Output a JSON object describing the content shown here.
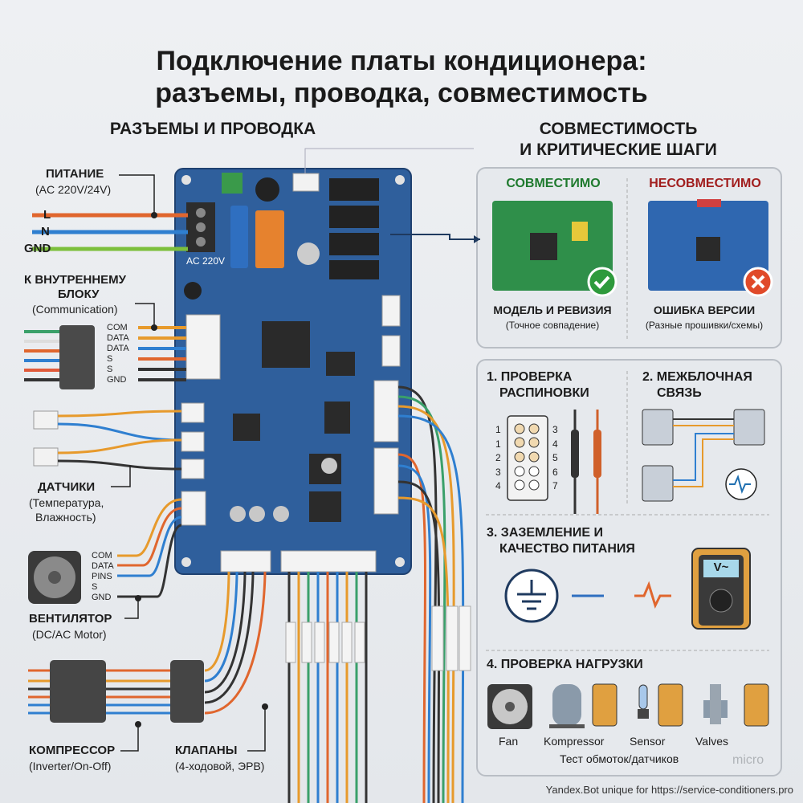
{
  "title": {
    "line1": "Подключение платы кондиционера:",
    "line2": "разъемы, проводка, совместимость"
  },
  "left": {
    "heading": "РАЗЪЕМЫ И ПРОВОДКА",
    "power": {
      "label": "ПИТАНИЕ",
      "sub": "(AC 220V/24V)",
      "pins": [
        "L",
        "N",
        "GND"
      ],
      "board_marking": "AC 220V"
    },
    "indoor": {
      "label_line1": "К ВНУТРЕННЕМУ",
      "label_line2": "БЛОКУ",
      "sub": "(Communication)",
      "pins": [
        "COM",
        "DATA",
        "DATA",
        "S",
        "S",
        "GND"
      ]
    },
    "sensors": {
      "label": "ДАТЧИКИ",
      "sub_line1": "(Температура,",
      "sub_line2": "Влажность)"
    },
    "fan": {
      "label": "ВЕНТИЛЯТОР",
      "sub": "(DC/AC Motor)",
      "pins": [
        "COM",
        "DATA",
        "PINS",
        "S",
        "GND"
      ]
    },
    "compressor": {
      "label": "КОМПРЕССОР",
      "sub": "(Inverter/On-Off)"
    },
    "valves": {
      "label": "КЛАПАНЫ",
      "sub": "(4-ходовой, ЭРВ)"
    }
  },
  "right": {
    "heading_line1": "СОВМЕСТИМОСТЬ",
    "heading_line2": "И КРИТИЧЕСКИЕ ШАГИ",
    "compatible": {
      "label": "СОВМЕСТИМО",
      "caption": "МОДЕЛЬ И РЕВИЗИЯ",
      "sub": "(Точное совпадение)",
      "color": "#1f7a2e",
      "icon": "check-icon"
    },
    "incompatible": {
      "label": "НЕСОВМЕСТИМО",
      "caption": "ОШИБКА ВЕРСИИ",
      "sub": "(Разные прошивки/схемы)",
      "color": "#a11d1d",
      "icon": "cross-icon"
    },
    "steps": [
      {
        "title_line1": "1. ПРОВЕРКА",
        "title_line2": "РАСПИНОВКИ",
        "pin_numbers_left": [
          "1",
          "1",
          "2",
          "3",
          "4"
        ],
        "pin_numbers_right": [
          "3",
          "4",
          "5",
          "6",
          "7"
        ]
      },
      {
        "title_line1": "2. МЕЖБЛОЧНАЯ",
        "title_line2": "СВЯЗЬ"
      },
      {
        "title_line1": "3. ЗАЗЕМЛЕНИЕ И",
        "title_line2": "КАЧЕСТВО ПИТАНИЯ",
        "meter_display": "V~"
      },
      {
        "title_line1": "4. ПРОВЕРКА НАГРУЗКИ",
        "loads": [
          "Fan",
          "Kompressor",
          "Sensor",
          "Valves"
        ],
        "caption": "Тест обмоток/датчиков",
        "watermark": "micro"
      }
    ]
  },
  "footer": "Yandex.Bot unique for https://service-conditioners.pro",
  "colors": {
    "board": "#2f5f9c",
    "wire_orange": "#e0662e",
    "wire_blue": "#2f7fd0",
    "wire_green": "#7cbf3c",
    "wire_black": "#3a3a3a",
    "wire_amber": "#e79a2c"
  }
}
